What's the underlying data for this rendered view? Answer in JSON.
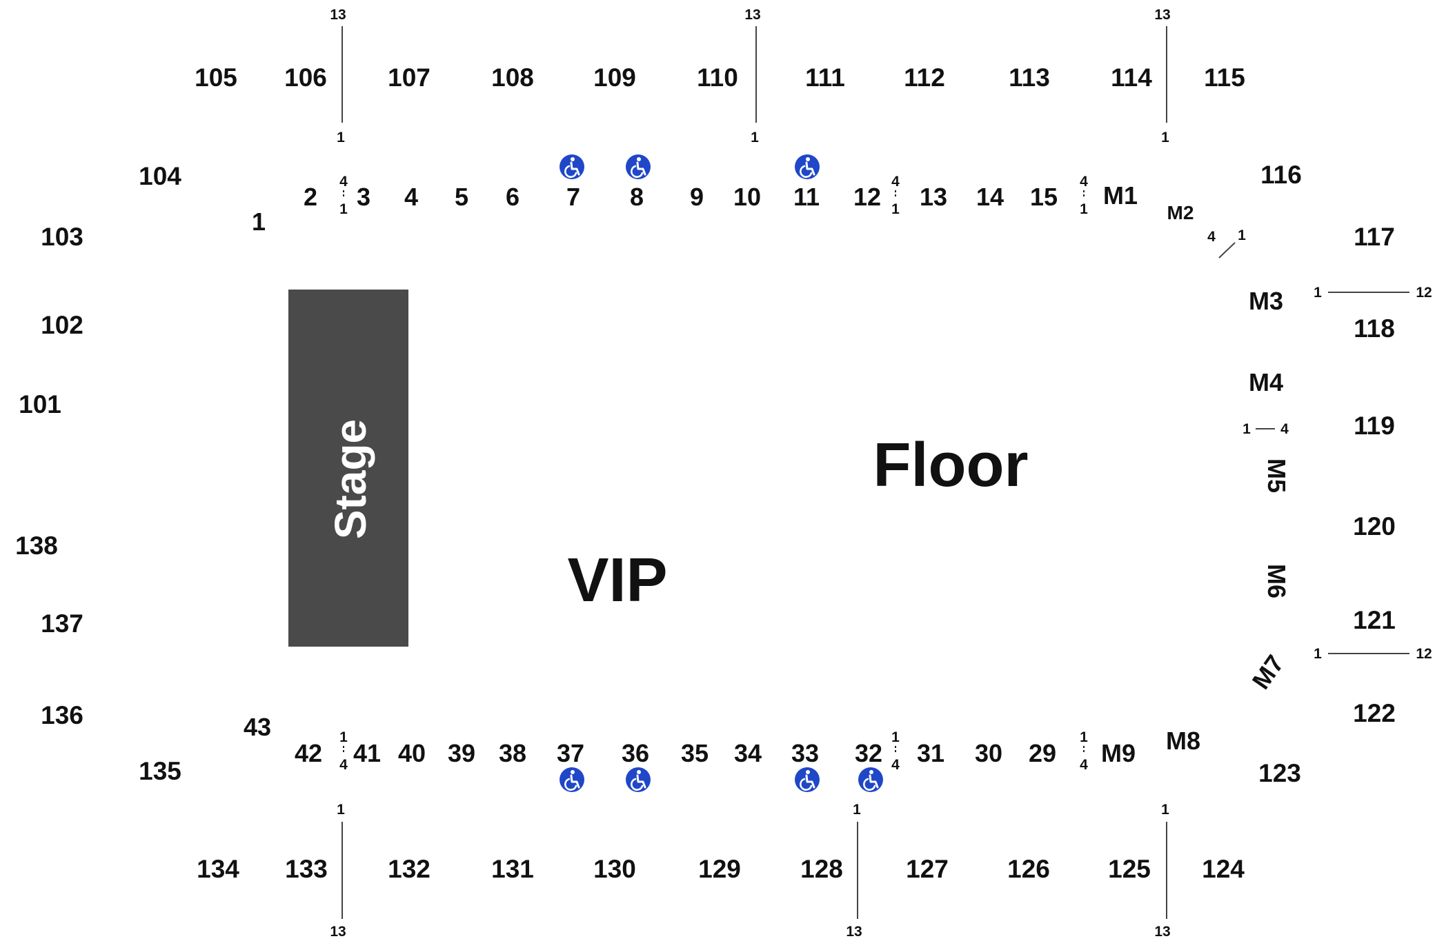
{
  "venue_labels": {
    "stage": "Stage",
    "vip": "VIP",
    "floor": "Floor"
  },
  "colors": {
    "stage": "#4a4a4a",
    "ada": "#1f47c8",
    "text": "#111111"
  },
  "icon": "wheelchair-accessible-icon",
  "sections_top": [
    "105",
    "106",
    "107",
    "108",
    "109",
    "110",
    "111",
    "112",
    "113",
    "114",
    "115"
  ],
  "sections_bottom": [
    "134",
    "133",
    "132",
    "131",
    "130",
    "129",
    "128",
    "127",
    "126",
    "125",
    "124"
  ],
  "sections_left": [
    "104",
    "103",
    "102",
    "101",
    "138",
    "137",
    "136",
    "135"
  ],
  "sections_right": [
    "116",
    "117",
    "118",
    "119",
    "120",
    "121",
    "122",
    "123"
  ],
  "floor_top": [
    "1",
    "2",
    "3",
    "4",
    "5",
    "6",
    "7",
    "8",
    "9",
    "10",
    "11",
    "12",
    "13",
    "14",
    "15",
    "M1",
    "M2"
  ],
  "floor_bottom": [
    "43",
    "42",
    "41",
    "40",
    "39",
    "38",
    "37",
    "36",
    "35",
    "34",
    "33",
    "32",
    "31",
    "30",
    "29",
    "M9",
    "M8"
  ],
  "floor_right": [
    "M3",
    "M4",
    "M5",
    "M6",
    "M7"
  ],
  "row_labels": {
    "one": "1",
    "four": "4",
    "twelve": "12",
    "thirteen": "13"
  }
}
